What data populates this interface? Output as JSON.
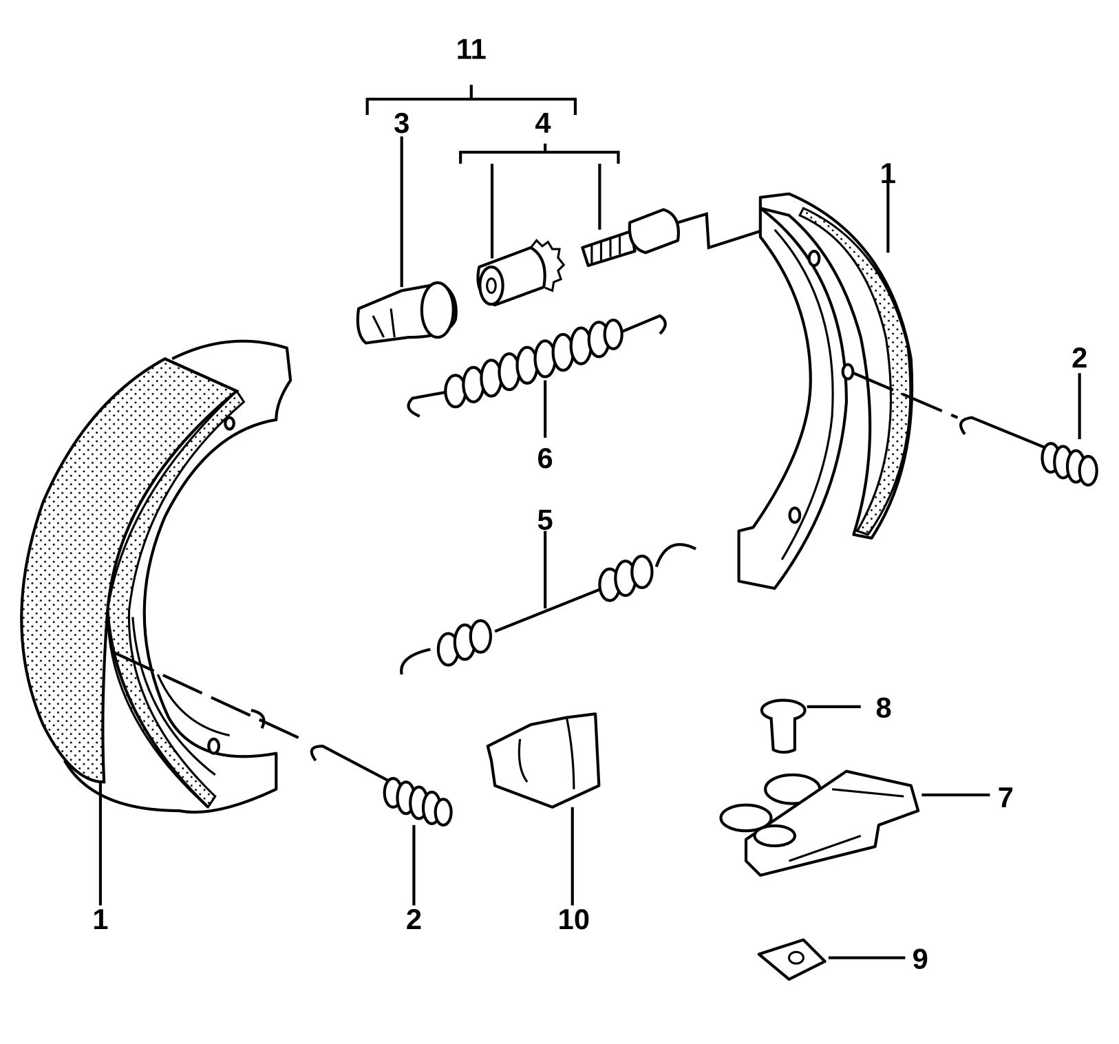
{
  "diagram": {
    "title": "Parking brake shoe assembly - exploded parts view",
    "callouts": {
      "assembly_11": "11",
      "part_3": "3",
      "part_4": "4",
      "part_1_right": "1",
      "part_2_right": "2",
      "part_6": "6",
      "part_5": "5",
      "part_8": "8",
      "part_7": "7",
      "part_1_left": "1",
      "part_2_bottom": "2",
      "part_10": "10",
      "part_9": "9"
    }
  }
}
